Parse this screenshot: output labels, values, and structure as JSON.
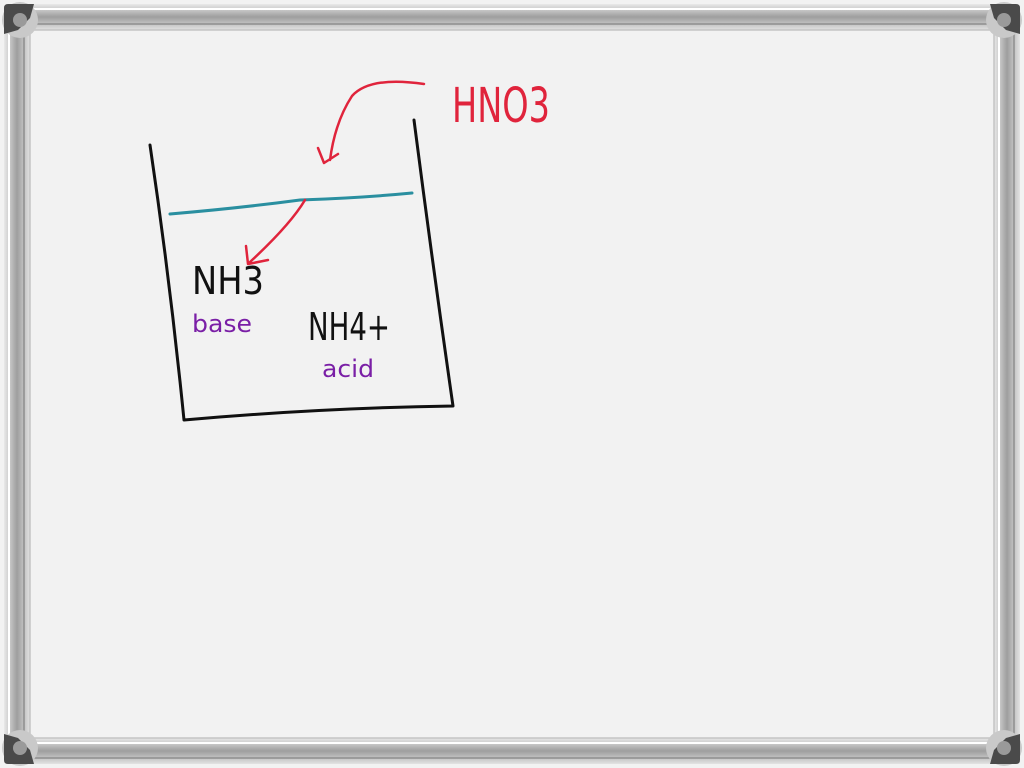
{
  "whiteboard": {
    "background": "#f2f2f2",
    "frame_color": "#b8b8b8",
    "corner_color": "#4a4a4a"
  },
  "drawing": {
    "added_reagent": "HNO3",
    "base_formula": "NH3",
    "acid_formula": "NH4+",
    "base_label": "base",
    "acid_label": "acid",
    "ink_colors": {
      "beaker": "#111111",
      "solution_line": "#2a8fa0",
      "arrows_and_reagent": "#e0243c",
      "labels": "#7a1fa6"
    }
  }
}
